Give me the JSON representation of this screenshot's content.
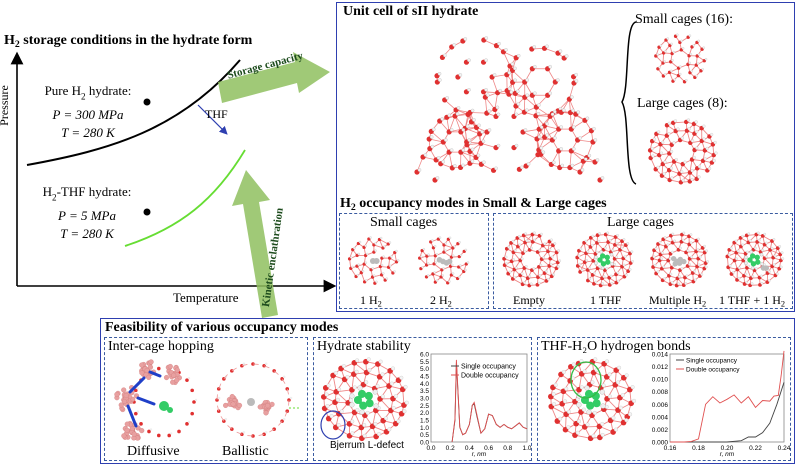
{
  "left_panel": {
    "title_prefix": "H",
    "title_sub": "2",
    "title_suffix": " storage conditions in the hydrate form",
    "y_axis_label": "Pressure",
    "x_axis_label": "Temperature",
    "pure_h2_label_prefix": "Pure H",
    "pure_h2_label_sub": "2",
    "pure_h2_label_suffix": " hydrate:",
    "pure_h2_pressure": "P = 300 MPa",
    "pure_h2_temperature": "T = 280 K",
    "thf_arrow_label": "THF",
    "h2thf_label_prefix": "H",
    "h2thf_label_sub": "2",
    "h2thf_label_suffix": "-THF hydrate:",
    "h2thf_pressure": "P = 5 MPa",
    "h2thf_temperature": "T = 280 K",
    "storage_capacity_arrow": "Storage capacity",
    "kinetic_enclathration_arrow": "Kinetic enclathration"
  },
  "unit_cell_panel": {
    "title": "Unit cell of sII hydrate",
    "small_cages_label": "Small cages (16):",
    "large_cages_label": "Large cages (8):"
  },
  "occupancy_panel": {
    "title_prefix": "H",
    "title_sub": "2",
    "title_suffix": " occupancy modes in Small & Large cages",
    "small_cages_heading": "Small cages",
    "large_cages_heading": "Large cages",
    "modes": [
      {
        "prefix": "1 H",
        "sub": "2",
        "suffix": ""
      },
      {
        "prefix": "2 H",
        "sub": "2",
        "suffix": ""
      },
      {
        "prefix": "Empty",
        "sub": "",
        "suffix": ""
      },
      {
        "prefix": "1 THF",
        "sub": "",
        "suffix": ""
      },
      {
        "prefix": "Multiple H",
        "sub": "2",
        "suffix": ""
      },
      {
        "prefix": "1 THF + 1 H",
        "sub": "2",
        "suffix": ""
      }
    ]
  },
  "feasibility_panel": {
    "title": "Feasibility of various occupancy modes",
    "hopping_heading": "Inter-cage hopping",
    "diffusive_label": "Diffusive",
    "ballistic_label": "Ballistic",
    "stability_heading": "Hydrate stability",
    "bjerrum_label": "Bjerrum L-defect",
    "hbond_heading": "THF-H₂O hydrogen bonds"
  },
  "colors": {
    "panel_border": "#2e3fb0",
    "dashed_border": "#3a5ba0",
    "arrow_green": "#8fbf5f",
    "thf_curve": "#66dd33",
    "single_occ": "#444444",
    "double_occ": "#e05050",
    "water_red": "#e03030",
    "thf_green": "#33cc66",
    "h2_gray": "#bbbbbb",
    "hop_blue": "#1f3fc8",
    "ballistic_pink": "#e8a0a0"
  },
  "chart_data": [
    {
      "type": "line",
      "title": "",
      "xlabel": "r, nm",
      "ylabel": "",
      "xlim": [
        0.0,
        1.0
      ],
      "ylim": [
        0.0,
        6.0
      ],
      "xticks": [
        "0.0",
        "0.2",
        "0.4",
        "0.6",
        "0.8",
        "1.0"
      ],
      "yticks": [
        "0.0",
        "0.5",
        "1.0",
        "1.5",
        "2.0",
        "2.5",
        "3.0",
        "3.5",
        "4.0",
        "4.5",
        "5.0",
        "5.5",
        "6.0"
      ],
      "legend_position": "top-right",
      "series": [
        {
          "name": "Single occupancy",
          "x": [
            0.22,
            0.25,
            0.265,
            0.28,
            0.3,
            0.33,
            0.36,
            0.4,
            0.43,
            0.45,
            0.48,
            0.52,
            0.56,
            0.6,
            0.64,
            0.68,
            0.72,
            0.76,
            0.8,
            0.84,
            0.88,
            0.92,
            0.96,
            1.0
          ],
          "y": [
            0.0,
            1.5,
            5.4,
            3.5,
            1.0,
            0.5,
            0.6,
            1.2,
            2.5,
            2.6,
            1.7,
            0.6,
            0.9,
            1.9,
            1.8,
            1.2,
            1.0,
            1.2,
            1.0,
            0.9,
            1.1,
            1.3,
            1.0,
            0.9
          ]
        },
        {
          "name": "Double occupancy",
          "x": [
            0.22,
            0.25,
            0.265,
            0.28,
            0.3,
            0.33,
            0.36,
            0.4,
            0.43,
            0.45,
            0.48,
            0.52,
            0.56,
            0.6,
            0.64,
            0.68,
            0.72,
            0.76,
            0.8,
            0.84,
            0.88,
            0.92,
            0.96,
            1.0
          ],
          "y": [
            0.0,
            1.6,
            5.6,
            3.6,
            1.0,
            0.5,
            0.6,
            1.2,
            2.5,
            2.7,
            1.8,
            0.6,
            0.9,
            1.9,
            1.8,
            1.2,
            1.0,
            1.2,
            1.0,
            0.9,
            1.1,
            1.3,
            1.0,
            0.9
          ]
        }
      ]
    },
    {
      "type": "line",
      "title": "",
      "xlabel": "r, nm",
      "ylabel": "",
      "xlim": [
        0.16,
        0.24
      ],
      "ylim": [
        0.0,
        0.014
      ],
      "xticks": [
        "0.16",
        "0.18",
        "0.20",
        "0.22",
        "0.24"
      ],
      "yticks": [
        "0.000",
        "0.002",
        "0.004",
        "0.006",
        "0.008",
        "0.010",
        "0.012",
        "0.014"
      ],
      "legend_position": "top-left",
      "series": [
        {
          "name": "Single occupancy",
          "x": [
            0.16,
            0.2,
            0.21,
            0.215,
            0.22,
            0.225,
            0.23,
            0.235,
            0.24
          ],
          "y": [
            0.0,
            0.0,
            0.0002,
            0.0008,
            0.0008,
            0.0015,
            0.003,
            0.006,
            0.0095
          ]
        },
        {
          "name": "Double occupancy",
          "x": [
            0.16,
            0.17,
            0.175,
            0.18,
            0.185,
            0.19,
            0.195,
            0.2,
            0.205,
            0.21,
            0.215,
            0.22,
            0.225,
            0.23,
            0.233,
            0.236,
            0.238,
            0.24
          ],
          "y": [
            0.0,
            0.0,
            0.0001,
            0.0005,
            0.006,
            0.0072,
            0.0062,
            0.0068,
            0.0075,
            0.0062,
            0.0072,
            0.0055,
            0.0066,
            0.0065,
            0.0073,
            0.0074,
            0.0105,
            0.0145
          ]
        }
      ]
    }
  ]
}
